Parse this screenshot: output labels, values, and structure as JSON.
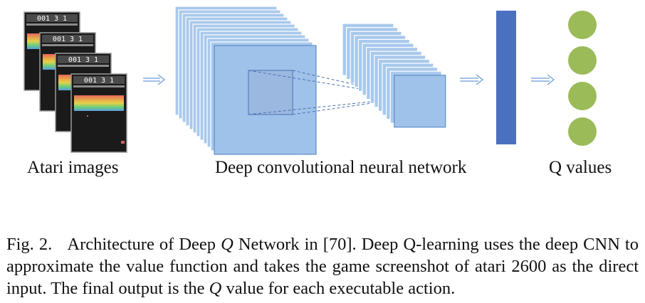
{
  "figure": {
    "labels": {
      "input": "Atari images",
      "network": "Deep convolutional neural network",
      "output": "Q values"
    },
    "atari_score_text": "001 3 1",
    "atari_frame_count": 4,
    "conv1_layer_count": 12,
    "conv2_layer_count": 14,
    "q_value_count": 4,
    "colors": {
      "layer_fill": "#a9c9ec",
      "layer_front_fill": "#9fc2ea",
      "layer_stroke": "#5b8fd0",
      "dense_layer": "#4a70c0",
      "q_node": "#9bbb59",
      "arrow": "#6a9bd6"
    }
  },
  "caption": {
    "prefix": "Fig. 2.",
    "text1": "Architecture of Deep ",
    "math1": "Q",
    "text2": " Network in [70]. Deep Q-learning uses the deep CNN to approximate the value function and takes the game screenshot of atari 2600 as the direct input. The final output is the ",
    "math2": "Q",
    "text3": " value for each executable action."
  }
}
